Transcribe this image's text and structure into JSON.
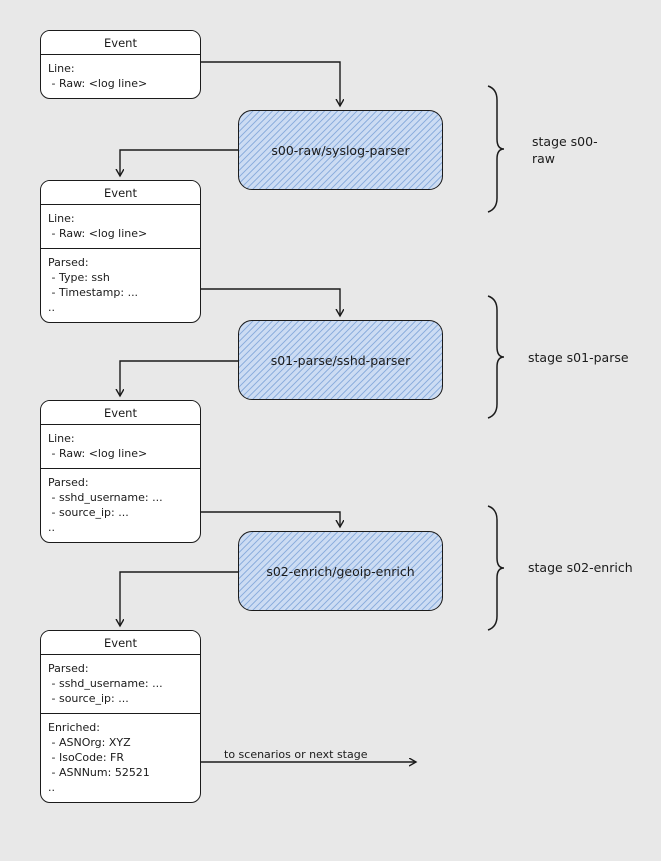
{
  "diagram": {
    "background": "#e8e8e8",
    "stroke_color": "#1b1b1b",
    "node_fill": "#ffffff",
    "parser_fill": "#ccdcf3",
    "parser_hatch_color": "#8fb0de"
  },
  "events": [
    {
      "title": "Event",
      "sections": [
        {
          "lines": [
            "Line:",
            " - Raw: <log line>"
          ]
        }
      ]
    },
    {
      "title": "Event",
      "sections": [
        {
          "lines": [
            "Line:",
            " - Raw: <log line>"
          ]
        },
        {
          "lines": [
            "Parsed:",
            " - Type: ssh",
            " - Timestamp: ...",
            ".."
          ]
        }
      ]
    },
    {
      "title": "Event",
      "sections": [
        {
          "lines": [
            "Line:",
            " - Raw: <log line>"
          ]
        },
        {
          "lines": [
            "Parsed:",
            " - sshd_username: ...",
            " - source_ip: ...",
            ".."
          ]
        }
      ]
    },
    {
      "title": "Event",
      "sections": [
        {
          "lines": [
            "Parsed:",
            " - sshd_username: ...",
            " - source_ip: ..."
          ]
        },
        {
          "lines": [
            "Enriched:",
            " - ASNOrg: XYZ",
            " - IsoCode: FR",
            " - ASNNum: 52521",
            ".."
          ]
        }
      ]
    }
  ],
  "parsers": [
    {
      "label": "s00-raw/syslog-parser"
    },
    {
      "label": "s01-parse/sshd-parser"
    },
    {
      "label": "s02-enrich/geoip-enrich"
    }
  ],
  "stages": [
    {
      "label": "stage s00-raw"
    },
    {
      "label": "stage s01-parse"
    },
    {
      "label": "stage s02-enrich"
    }
  ],
  "flow_note": "to scenarios or next stage"
}
